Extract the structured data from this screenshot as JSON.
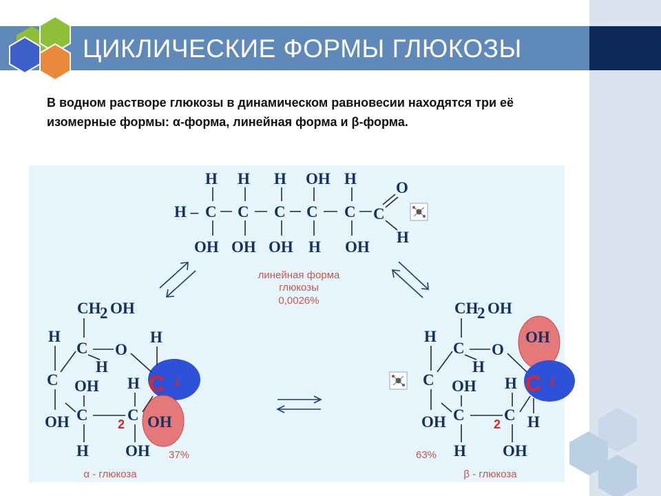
{
  "title": "ЦИКЛИЧЕСКИЕ ФОРМЫ ГЛЮКОЗЫ",
  "intro": "В водном растворе глюкозы в динамическом равновесии находятся три её изомерные формы: α-форма, линейная форма и β-форма.",
  "linear": {
    "top": [
      "H",
      "H",
      "H",
      "OH",
      "H"
    ],
    "chain": [
      "H –",
      "C",
      "C",
      "C",
      "C",
      "C"
    ],
    "bottom": [
      "OH",
      "OH",
      "OH",
      "H",
      "OH"
    ],
    "carbonyl_c": "C",
    "carbonyl_o": "O",
    "aldehyde_h": "H",
    "caption_line1": "линейная форма",
    "caption_line2": "глюкозы",
    "percent": "0,0026%"
  },
  "alpha": {
    "ch2oh": "CH",
    "ch2oh_sub": "2",
    "ch2oh_tail": "OH",
    "h_left": "H",
    "c5": "C",
    "o_ring": "O",
    "h_c1_top": "H",
    "h_c5": "H",
    "c4": "C",
    "oh_c3": "OH",
    "h_c2": "H",
    "c1": "C",
    "c1_num": "1",
    "oh_c4": "OH",
    "c3": "C",
    "c2_num": "2",
    "c2": "C",
    "oh_c1": "OH",
    "h_c3": "H",
    "oh_c2": "OH",
    "percent": "37%",
    "caption": "α - глюкоза"
  },
  "beta": {
    "ch2oh": "CH",
    "ch2oh_sub": "2",
    "ch2oh_tail": "OH",
    "h_left": "H",
    "c5": "C",
    "o_ring": "O",
    "oh_c1_top": "OH",
    "h_c5": "H",
    "c4": "C",
    "oh_c3": "OH",
    "h_c2": "H",
    "c1": "C",
    "c1_num": "1",
    "oh_c4": "OH",
    "c3": "C",
    "c2_num": "2",
    "c2": "C",
    "h_c1_bottom": "H",
    "h_c3": "H",
    "oh_c2": "OH",
    "percent": "63%",
    "caption": "β - глюкоза"
  },
  "colors": {
    "title_bar": "#5f89b8",
    "title_dark": "#0e2a5a",
    "panel": "#e6f4fc",
    "chem_text": "#15315f",
    "caption": "#c4574f",
    "c1_highlight": "#2f50d8",
    "oh_highlight": "#e57878",
    "red_digit": "#e02424"
  },
  "icons": [
    "molecule-model-icon",
    "hexagon-decoration"
  ]
}
